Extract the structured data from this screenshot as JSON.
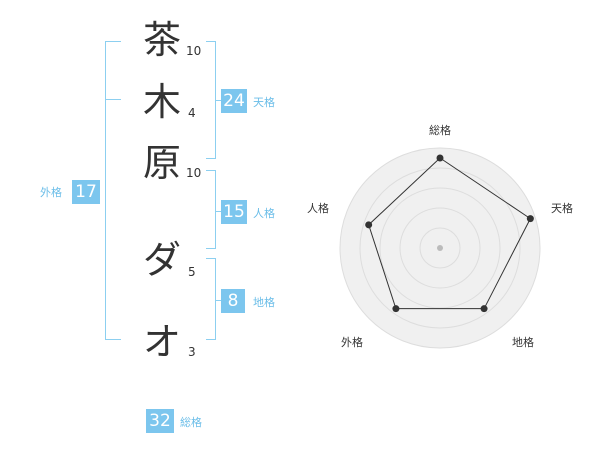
{
  "name": {
    "chars": [
      {
        "char": "茶",
        "strokes": "10"
      },
      {
        "char": "木",
        "strokes": "4"
      },
      {
        "char": "原",
        "strokes": "10"
      },
      {
        "char": "ダ",
        "strokes": "5"
      },
      {
        "char": "オ",
        "strokes": "3"
      }
    ]
  },
  "fortunes": {
    "tenkaku": {
      "value": "24",
      "label": "天格"
    },
    "jinkaku": {
      "value": "15",
      "label": "人格"
    },
    "chikaku": {
      "value": "8",
      "label": "地格"
    },
    "gaikaku": {
      "value": "17",
      "label": "外格"
    },
    "soukaku": {
      "value": "32",
      "label": "総格"
    }
  },
  "radar": {
    "axes": [
      "総格",
      "天格",
      "地格",
      "外格",
      "人格"
    ],
    "values": [
      0.9,
      0.95,
      0.75,
      0.75,
      0.75
    ],
    "max": 1
  },
  "colors": {
    "accent": "#7cc6ee",
    "accent_text": "#6abde8",
    "bracket": "#8ccff0",
    "radar_fill": "#f0f0f0",
    "radar_grid": "#dddddd",
    "radar_line": "#333333"
  }
}
